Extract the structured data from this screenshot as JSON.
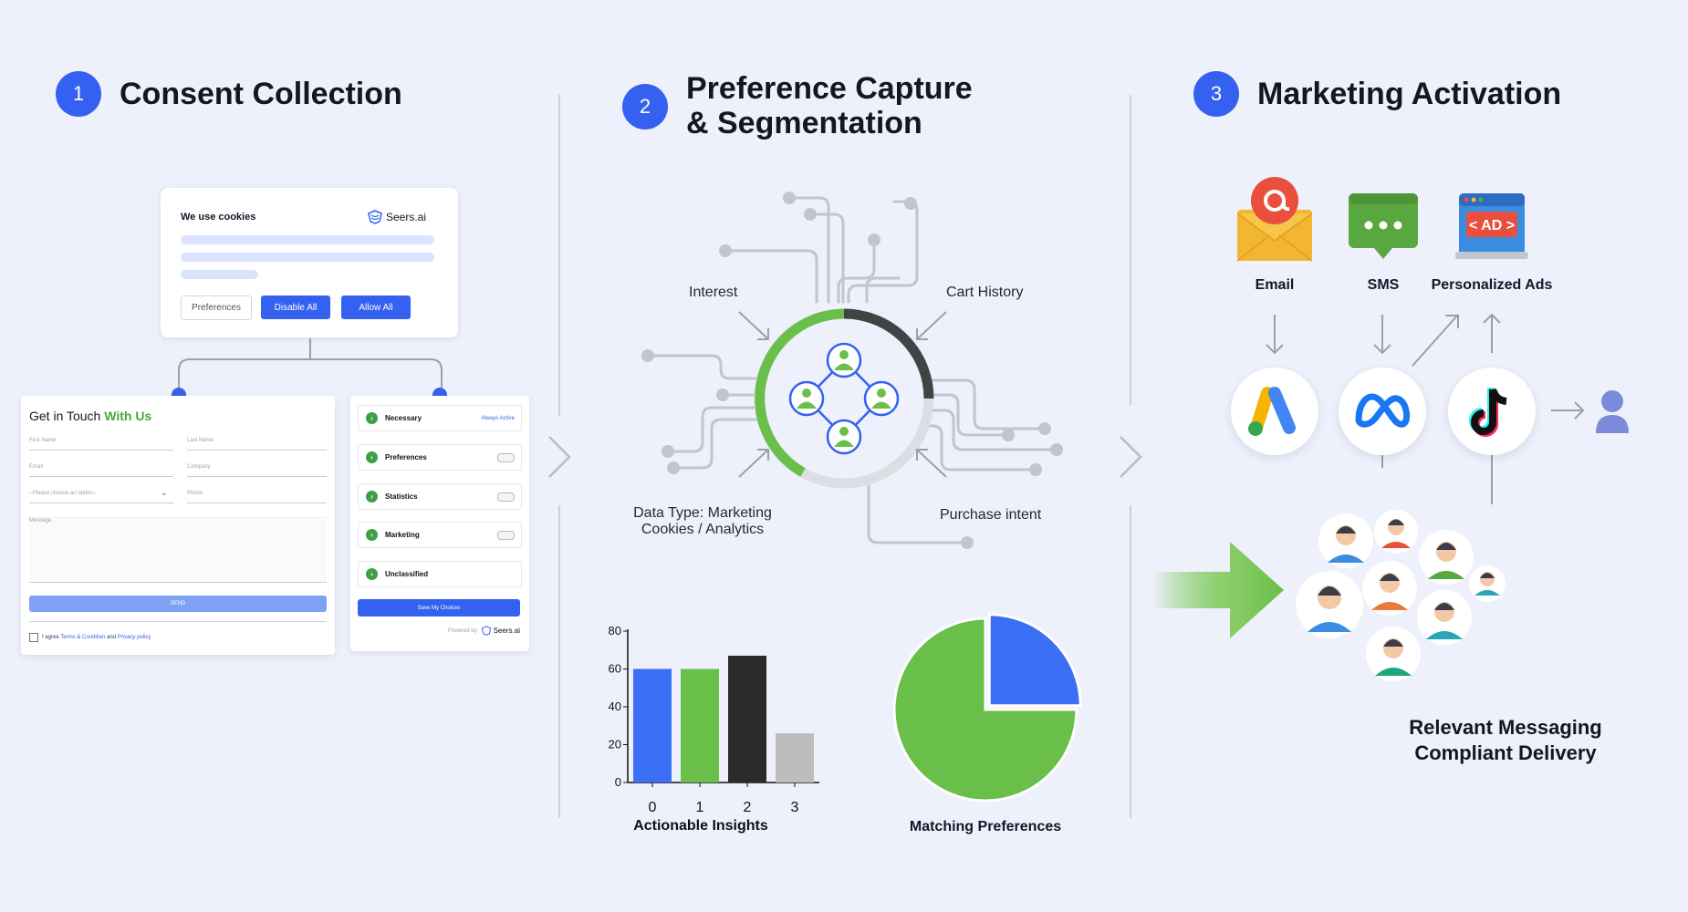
{
  "steps": [
    {
      "number": "1",
      "title": "Consent Collection"
    },
    {
      "number": "2",
      "title_line1": "Preference Capture",
      "title_line2": "& Segmentation"
    },
    {
      "number": "3",
      "title": "Marketing Activation"
    }
  ],
  "cookie_banner": {
    "title": "We use cookies",
    "brand": "Seers.ai",
    "preferences_label": "Preferences",
    "disable_label": "Disable All",
    "allow_label": "Allow All"
  },
  "contact_form": {
    "title_prefix": "Get in Touch",
    "title_highlight": "With Us",
    "first_name": "First Name",
    "last_name": "Last Name",
    "email": "Email",
    "company": "Company",
    "select_placeholder": "--Please choose an option--",
    "phone": "Phone",
    "message": "Message",
    "send_label": "SEND",
    "agree_prefix": "I agree",
    "terms_link": "Terms & Condition",
    "and_text": "and",
    "privacy_link": "Privacy policy"
  },
  "preferences_panel": {
    "categories": [
      {
        "label": "Necessary",
        "badge": "Always Active"
      },
      {
        "label": "Preferences"
      },
      {
        "label": "Statistics"
      },
      {
        "label": "Marketing"
      },
      {
        "label": "Unclassified"
      }
    ],
    "save_label": "Save My Choices",
    "powered_by": "Powered by",
    "brand": "Seers.ai"
  },
  "segmentation": {
    "labels": {
      "interest": "Interest",
      "cart_history": "Cart History",
      "data_type_line1": "Data Type: Marketing",
      "data_type_line2": "Cookies / Analytics",
      "purchase_intent": "Purchase intent"
    }
  },
  "chart_data": [
    {
      "type": "bar",
      "categories": [
        "0",
        "1",
        "2",
        "3"
      ],
      "values": [
        60,
        60,
        67,
        26
      ],
      "colors": [
        "#3b6ff5",
        "#6abf4b",
        "#2b2b2b",
        "#bdbdbd"
      ],
      "xlabel": "Actionable Insights",
      "ylim": [
        0,
        80
      ],
      "yticks": [
        0,
        20,
        40,
        60,
        80
      ]
    },
    {
      "type": "pie",
      "values": [
        75,
        25
      ],
      "colors": [
        "#6abf4b",
        "#3b6ff5"
      ],
      "title": "Matching Preferences"
    }
  ],
  "activation": {
    "channels": [
      {
        "label": "Email",
        "icon": "email-icon"
      },
      {
        "label": "SMS",
        "icon": "sms-icon"
      },
      {
        "label": "Personalized Ads",
        "icon": "ad-icon",
        "ad_text": "< AD >"
      }
    ],
    "platforms": [
      "google-ads-icon",
      "meta-icon",
      "tiktok-icon"
    ],
    "footer_line1": "Relevant Messaging",
    "footer_line2": "Compliant Delivery"
  },
  "colors": {
    "accent": "#3461f0",
    "green": "#6abf4b",
    "background": "#eef1fb"
  }
}
